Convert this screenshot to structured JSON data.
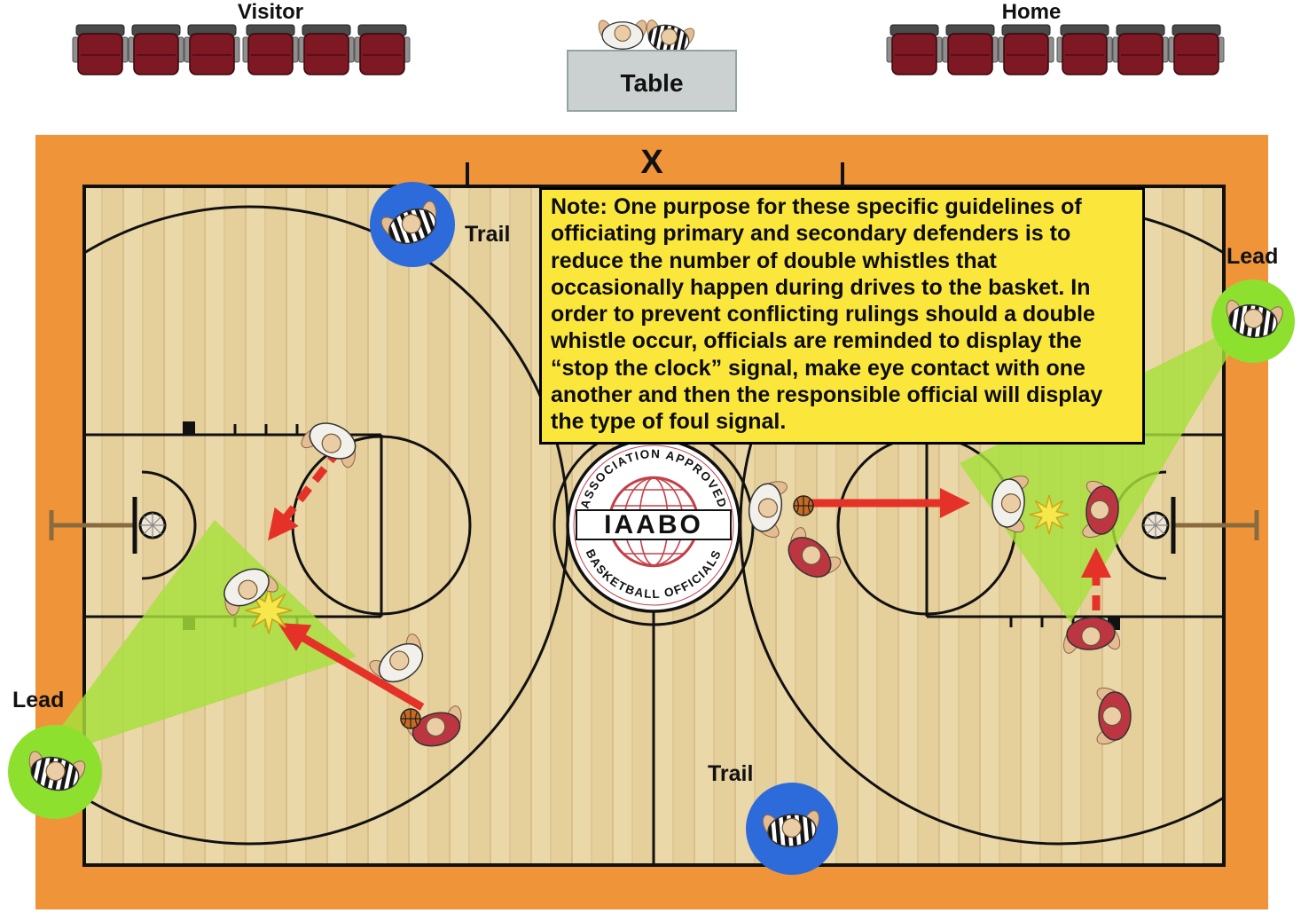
{
  "benches": {
    "visitor": {
      "label": "Visitor",
      "chair_count": 6
    },
    "home": {
      "label": "Home",
      "chair_count": 6
    },
    "table": {
      "label": "Table"
    }
  },
  "court": {
    "x_marker": "X",
    "officials": {
      "trail_top": {
        "label": "Trail"
      },
      "lead_right": {
        "label": "Lead"
      },
      "lead_left": {
        "label": "Lead"
      },
      "trail_bottom": {
        "label": "Trail"
      }
    }
  },
  "note": {
    "label": "Note:",
    "text": "One purpose for these specific guidelines of officiating primary and secondary defenders is to reduce the number of double whistles that occasionally happen during drives to the basket. In order to prevent conflicting rulings should a double whistle occur, officials are reminded to display the “stop the clock” signal, make eye contact with one another and then the responsible official will display the type of foul signal."
  },
  "logo": {
    "arc_top": "ASSOCIATION APPROVED",
    "name": "IAABO",
    "arc_bottom": "BASKETBALL OFFICIALS"
  },
  "colors": {
    "apron_orange": "#F0943A",
    "floor_tan": "#EBD8A8",
    "note_yellow": "#FBE73B",
    "trail_blue": "#2D6BDB",
    "lead_green": "#8EE02F",
    "coverage_cone_green": "#A6DF3A",
    "arrow_red": "#E53228",
    "chair_maroon": "#7E1822"
  }
}
